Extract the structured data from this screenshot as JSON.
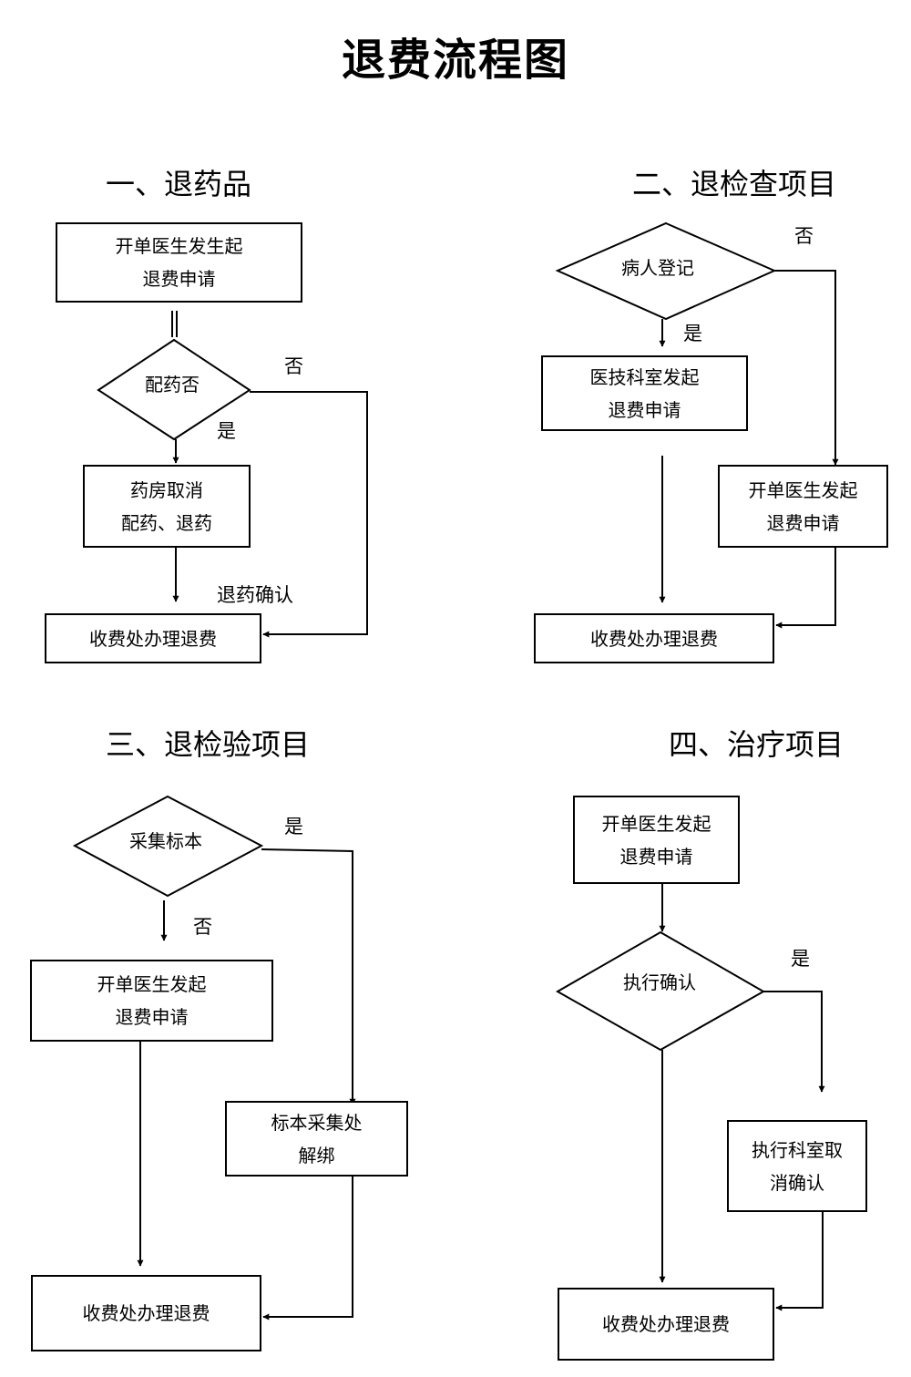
{
  "title": "退费流程图",
  "sections": [
    {
      "heading": "一、退药品",
      "nodes": {
        "start": [
          "开单医生发生起",
          "退费申请"
        ],
        "decision": "配药否",
        "pharmacy": [
          "药房取消",
          "配药、退药"
        ],
        "end": "收费处办理退费"
      },
      "labels": {
        "no": "否",
        "yes": "是",
        "confirm": "退药确认"
      }
    },
    {
      "heading": "二、退检查项目",
      "nodes": {
        "decision": "病人登记",
        "tech": [
          "医技科室发起",
          "退费申请"
        ],
        "doctor": [
          "开单医生发起",
          "退费申请"
        ],
        "end": "收费处办理退费"
      },
      "labels": {
        "no": "否",
        "yes": "是"
      }
    },
    {
      "heading": "三、退检验项目",
      "nodes": {
        "decision": "采集标本",
        "doctor": [
          "开单医生发起",
          "退费申请"
        ],
        "unbind": [
          "标本采集处",
          "解绑"
        ],
        "end": "收费处办理退费"
      },
      "labels": {
        "yes": "是",
        "no": "否"
      }
    },
    {
      "heading": "四、治疗项目",
      "nodes": {
        "start": [
          "开单医生发起",
          "退费申请"
        ],
        "decision": "执行确认",
        "cancel": [
          "执行科室取",
          "消确认"
        ],
        "end": "收费处办理退费"
      },
      "labels": {
        "yes": "是"
      }
    }
  ]
}
